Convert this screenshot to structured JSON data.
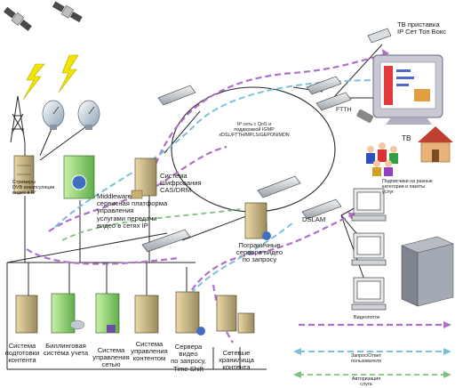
{
  "labels": {
    "stb": "ТВ приставка\nIP Сет Топ Бокс",
    "tv": "ТВ",
    "subscribers": "Подписчики на разные\nкатегории и пакеты\nуслуг",
    "ip_net": "IP сеть с QoS и\nподдержкой IGMP\nxDSL/FTTH/MPLS/GEPON/MDN",
    "ftth": "FTTH",
    "dslam": "DSLAM",
    "encoders": "Стримеры\nDVB инкапсуляции\nвидео в IP",
    "middleware": "Middleware\nсервисная платформа\nуправления\nуслугами передачи\nвидео в сетях IP",
    "cas": "Система\nШифрования\nCAS/DRM",
    "edge_vod": "Пограничные\nсервера видео\nпо запросу",
    "content_prep": "Система\nподготовки\nконтента",
    "billing": "Биллинговая\nсистема учета",
    "network_mgmt": "Система\nуправления\nсетью",
    "content_mgmt": "Система\nуправления\nконтентом",
    "vod_servers": "Сервера\nвидео\nпо запросу,\nTime Shift",
    "storage": "Сетевые\nхранилища\nконтента",
    "legend_video": "Видеопоток",
    "legend_request": "Запрос/Ответ\nпользователя",
    "legend_auth": "Авторизация\nслуга"
  },
  "colors": {
    "video_flow": "#b070c8",
    "request_flow": "#7cc0d8",
    "auth_flow": "#7fc27f",
    "lightning": "#f0e400",
    "tv_frame": "#c9c9d6",
    "house": "#e8b27a"
  },
  "icons": {
    "satellites": "satellite-icon",
    "antenna": "antenna-tower-icon",
    "dishes": "satellite-dish-icon",
    "servers": "server-tower-icon",
    "switches": "network-switch-icon",
    "tv": "television-icon",
    "pcs": "desktop-computer-icon",
    "building": "office-building-icon",
    "house": "house-icon",
    "people": "users-group-icon"
  }
}
